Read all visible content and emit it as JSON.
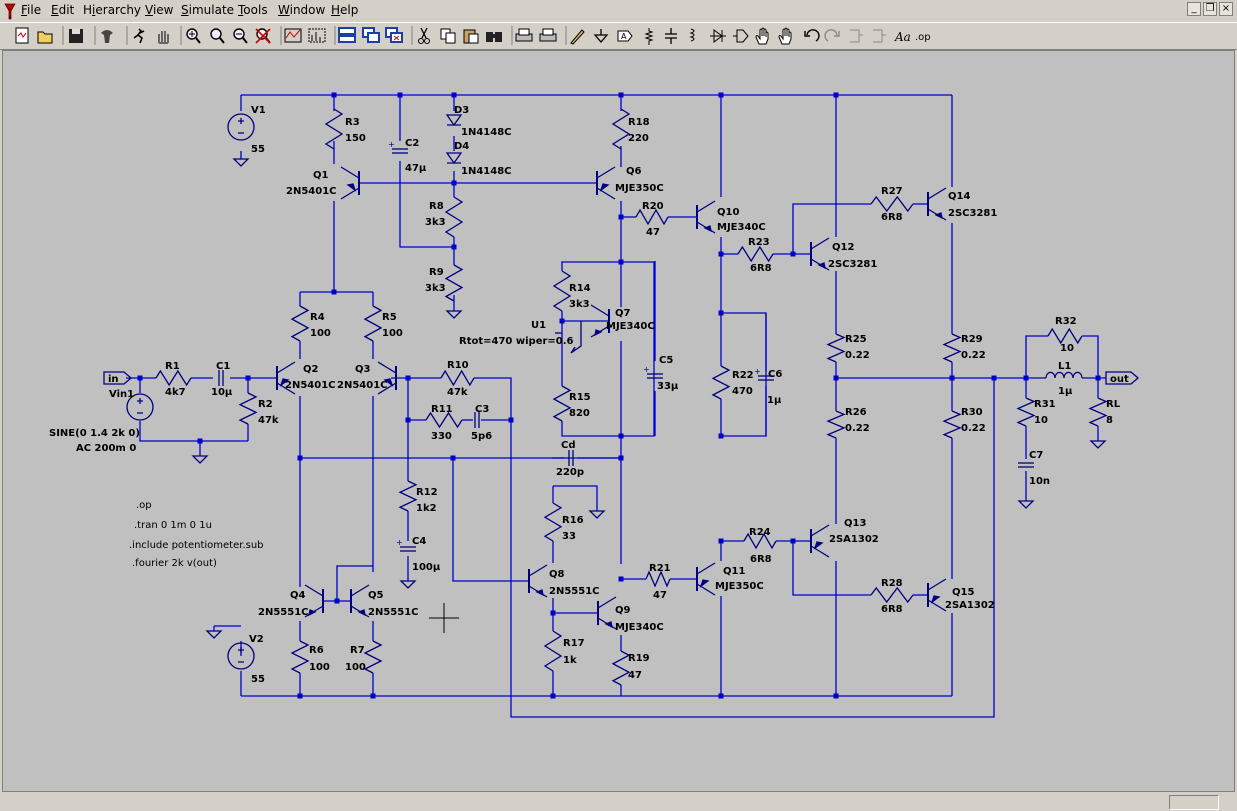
{
  "menu": [
    "File",
    "Edit",
    "Hierarchy",
    "View",
    "Simulate",
    "Tools",
    "Window",
    "Help"
  ],
  "menu_mnemonic": [
    "F",
    "E",
    "i",
    "V",
    "S",
    "T",
    "W",
    "H"
  ],
  "window_buttons": {
    "minimize": "_",
    "restore": "❐",
    "close": "×"
  },
  "toolbar_icons": [
    "new-schematic-icon",
    "open-icon",
    "save-icon",
    "control-panel-icon",
    "run-icon",
    "halt-icon",
    "zoom-in-icon",
    "zoom-full-icon",
    "zoom-out-icon",
    "cancel-zoom-icon",
    "autorange-icon",
    "fft-icon",
    "tile-horizontal-icon",
    "cascade-icon",
    "close-all-icon",
    "cut-icon",
    "copy-icon",
    "paste-icon",
    "find-icon",
    "print-setup-icon",
    "print-icon",
    "draw-wire-icon",
    "ground-icon",
    "net-label-icon",
    "resistor-icon",
    "capacitor-icon",
    "inductor-icon",
    "diode-icon",
    "component-icon",
    "move-icon",
    "drag-icon",
    "undo-icon",
    "redo-icon",
    "rotate-icon",
    "mirror-icon",
    "text-icon",
    "spice-directive-icon"
  ],
  "toolbar_text": {
    "text_tool": "Aa",
    "directive_tool": ".op"
  },
  "schematic": {
    "labels": {
      "V1": "V1",
      "V1v": "55",
      "R3": "R3",
      "R3v": "150",
      "C2": "C2",
      "C2v": "47µ",
      "D3": "D3",
      "D3v": "1N4148C",
      "D4": "D4",
      "D4v": "1N4148C",
      "R18": "R18",
      "R18v": "220",
      "Q1": "Q1",
      "Q1v": "2N5401C",
      "Q6": "Q6",
      "Q6v": "MJE350C",
      "R8": "R8",
      "R8v": "3k3",
      "R9": "R9",
      "R9v": "3k3",
      "R20": "R20",
      "R20v": "47",
      "Q10": "Q10",
      "Q10v": "MJE340C",
      "R23": "R23",
      "R23v": "6R8",
      "R27": "R27",
      "R27v": "6R8",
      "Q14": "Q14",
      "Q14v": "2SC3281",
      "Q12": "Q12",
      "Q12v": "2SC3281",
      "R14": "R14",
      "R14v": "3k3",
      "Q7": "Q7",
      "Q7v": "MJE340C",
      "U1": "U1",
      "U1v": "Rtot=470 wiper=0.6",
      "R4": "R4",
      "R4v": "100",
      "R5": "R5",
      "R5v": "100",
      "R25": "R25",
      "R25v": "0.22",
      "R29": "R29",
      "R29v": "0.22",
      "R32": "R32",
      "R32v": "10",
      "C5": "C5",
      "C5v": "33µ",
      "C6": "C6",
      "C6v": "1µ",
      "R22": "R22",
      "R22v": "470",
      "L1": "L1",
      "L1v": "1µ",
      "in": "in",
      "Vin1": "Vin1",
      "R1": "R1",
      "R1v": "4k7",
      "C1": "C1",
      "C1v": "10µ",
      "Q2": "Q2",
      "Q2v": "2N5401C",
      "Q3": "Q3",
      "Q3v": "2N5401C",
      "R10": "R10",
      "R10v": "47k",
      "R15": "R15",
      "R15v": "820",
      "out": "out",
      "RL": "RL",
      "RLv": "8",
      "R2": "R2",
      "R2v": "47k",
      "R11": "R11",
      "R11v": "330",
      "C3": "C3",
      "C3v": "5p6",
      "R26": "R26",
      "R26v": "0.22",
      "R30": "R30",
      "R30v": "0.22",
      "R31": "R31",
      "R31v": "10",
      "Vsrc1": "SINE(0 1.4 2k 0)",
      "Vsrc2": "AC 200m 0",
      "Cd": "Cd",
      "Cdv": "220p",
      "C7": "C7",
      "C7v": "10n",
      "R12": "R12",
      "R12v": "1k2",
      "R16": "R16",
      "R16v": "33",
      "C4": "C4",
      "C4v": "100µ",
      "R24": "R24",
      "R24v": "6R8",
      "Q13": "Q13",
      "Q13v": "2SA1302",
      "Q8": "Q8",
      "Q8v": "2N5551C",
      "Q11": "Q11",
      "Q11v": "MJE350C",
      "R21": "R21",
      "R21v": "47",
      "R28": "R28",
      "R28v": "6R8",
      "Q15": "Q15",
      "Q15v": "2SA1302",
      "Q4": "Q4",
      "Q4v": "2N5551C",
      "Q5": "Q5",
      "Q5v": "2N5551C",
      "Q9": "Q9",
      "Q9v": "MJE340C",
      "R17": "R17",
      "R17v": "1k",
      "V2": "V2",
      "V2v": "55",
      "R6": "R6",
      "R6v": "100",
      "R7": "R7",
      "R7v": "100",
      "R19": "R19",
      "R19v": "47"
    },
    "directives": [
      ".op",
      ".tran 0 1m 0 1u",
      ".include potentiometer.sub",
      ".fourier 2k v(out)"
    ],
    "wire_color": "#0000cc",
    "component_color": "#00007f",
    "canvas_color": "#c0c0c0"
  }
}
